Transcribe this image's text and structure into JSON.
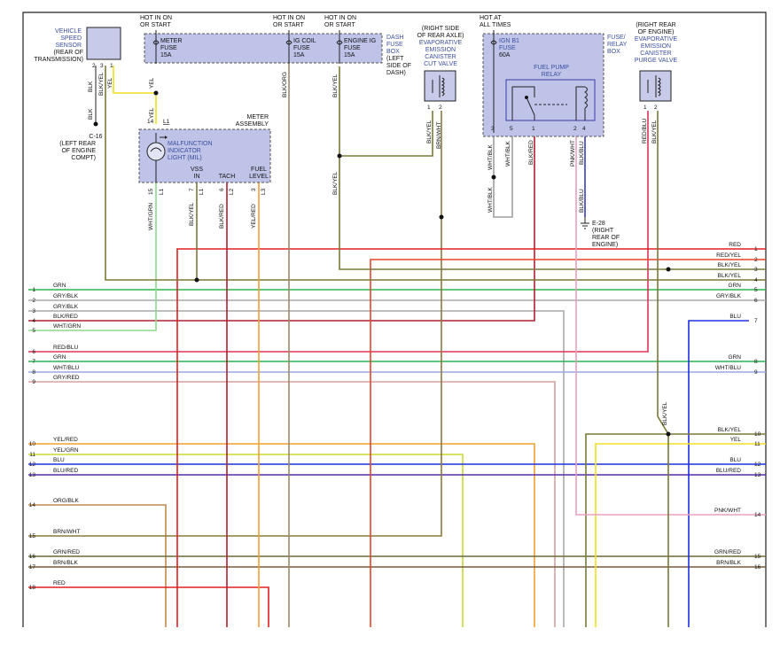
{
  "colors": {
    "RED": "#e02020",
    "RED/YEL": "#e8452a",
    "BLK/YEL": "#7a7a38",
    "GRN": "#2db34a",
    "GRY/BLK": "#a9a9a9",
    "BLK/RED": "#b02030",
    "WHT/GRN": "#8ed88e",
    "RED/BLU": "#e0335a",
    "WHT/BLU": "#9aa8e6",
    "GRY/RED": "#d6a0a0",
    "YEL/RED": "#f0a030",
    "YEL/GRN": "#c8d830",
    "BLU": "#2030e0",
    "BLU/RED": "#5a2aa8",
    "ORG/BLK": "#c08a4a",
    "BRN/WHT": "#8a7a3a",
    "GRN/RED": "#6a6a3a",
    "BRN/BLK": "#7a5a3a",
    "YEL": "#f0e020",
    "PNK/WHT": "#e8a0c0",
    "BLK/ORG": "#9a8a6a",
    "BLK/BLU": "#3a3ab8",
    "WHT/BLK": "#a0a0a0",
    "BLK": "#222222"
  },
  "icons": [
    "fuse-icon",
    "lamp-icon",
    "relay-switch-icon",
    "coil-icon",
    "ground-icon",
    "splice-dot-icon"
  ],
  "components": {
    "vss": {
      "label": [
        "VEHICLE",
        "SPEED",
        "SENSOR"
      ],
      "note": [
        "(REAR OF",
        "TRANSMISSION)"
      ],
      "pins": [
        "2",
        "3",
        "1"
      ],
      "wires": [
        "BLK",
        "BLK/YEL",
        "YEL"
      ]
    },
    "meter_fuse": {
      "hot": [
        "HOT IN ON",
        "OR START"
      ],
      "name": [
        "METER",
        "FUSE",
        "15A"
      ]
    },
    "igcoil_fuse": {
      "hot": [
        "HOT IN ON",
        "OR START"
      ],
      "name": [
        "IG COIL",
        "FUSE",
        "15A"
      ]
    },
    "engine_fuse": {
      "hot": [
        "HOT IN ON",
        "OR START"
      ],
      "name": [
        "ENGINE IG",
        "FUSE",
        "15A"
      ]
    },
    "dash_fuse_box": [
      "DASH",
      "FUSE",
      "BOX",
      "(LEFT",
      "SIDE OF",
      "DASH)"
    ],
    "evap_cut": {
      "note": [
        "(RIGHT SIDE",
        "OF REAR AXLE)"
      ],
      "label": [
        "EVAPORATIVE",
        "EMISSION",
        "CANISTER",
        "CUT VALVE"
      ],
      "pins": [
        "1",
        "2"
      ],
      "wires": [
        "BLK/YEL",
        "BRN/WHT"
      ]
    },
    "ignb1": {
      "hot": [
        "HOT AT",
        "ALL TIMES"
      ],
      "name": [
        "IGN B1",
        "FUSE",
        "60A"
      ]
    },
    "relay_box": [
      "FUSE/",
      "RELAY",
      "BOX"
    ],
    "fuel_pump_relay": [
      "FUEL PUMP",
      "RELAY"
    ],
    "relay_pins": [
      "3",
      "5",
      "1",
      "2",
      "4"
    ],
    "relay_wires": [
      "WHT/BLK",
      "WHT/BLK",
      "BLK/RED",
      "PNK/WHT",
      "BLK/BLU"
    ],
    "evap_purge": {
      "note": [
        "(RIGHT REAR",
        "OF ENGINE)"
      ],
      "label": [
        "EVAPORATIVE",
        "EMISSION",
        "CANISTER",
        "PURGE VALVE"
      ],
      "pins": [
        "1",
        "2"
      ],
      "wires": [
        "RED/BLU",
        "BLK/YEL"
      ]
    },
    "meter": {
      "title": [
        "METER",
        "ASSEMBLY"
      ],
      "mil": [
        "MALFUNCTION",
        "INDICATOR",
        "LIGHT (MIL)"
      ],
      "labels": [
        "VSS",
        "IN",
        "TACH",
        "FUEL",
        "LEVEL"
      ],
      "pins": [
        "15",
        "L1",
        "7",
        "L1",
        "6",
        "L2",
        "3",
        "L3",
        "14",
        "L1"
      ]
    },
    "c16": [
      "C-16",
      "(LEFT REAR",
      "OF ENGINE",
      "COMPT)"
    ],
    "e28": [
      "E-28",
      "(RIGHT",
      "REAR OF",
      "ENGINE)"
    ],
    "misc_wires": [
      "BLK/ORG",
      "BLK/YEL",
      "YEL",
      "WHT/GRN",
      "BLK/YEL",
      "BLK/RED",
      "YEL/RED",
      "WHT/BLK",
      "BLK/BLU",
      "BLK/YEL"
    ]
  },
  "left_bus": [
    {
      "pin": "1",
      "label": "GRN"
    },
    {
      "pin": "2",
      "label": "GRY/BLK"
    },
    {
      "pin": "3",
      "label": "GRY/BLK"
    },
    {
      "pin": "4",
      "label": "BLK/RED"
    },
    {
      "pin": "5",
      "label": "WHT/GRN"
    },
    {
      "pin": "6",
      "label": "RED/BLU"
    },
    {
      "pin": "7",
      "label": "GRN"
    },
    {
      "pin": "8",
      "label": "WHT/BLU"
    },
    {
      "pin": "9",
      "label": "GRY/RED"
    },
    {
      "pin": "10",
      "label": "YEL/RED"
    },
    {
      "pin": "11",
      "label": "YEL/GRN"
    },
    {
      "pin": "12",
      "label": "BLU"
    },
    {
      "pin": "13",
      "label": "BLU/RED"
    },
    {
      "pin": "14",
      "label": "ORG/BLK"
    },
    {
      "pin": "15",
      "label": "BRN/WHT"
    },
    {
      "pin": "16",
      "label": "GRN/RED"
    },
    {
      "pin": "17",
      "label": "BRN/BLK"
    },
    {
      "pin": "18",
      "label": "RED"
    }
  ],
  "right_bus": [
    {
      "pin": "1",
      "label": "RED"
    },
    {
      "pin": "2",
      "label": "RED/YEL"
    },
    {
      "pin": "3",
      "label": "BLK/YEL"
    },
    {
      "pin": "4",
      "label": "BLK/YEL"
    },
    {
      "pin": "5",
      "label": "GRN"
    },
    {
      "pin": "6",
      "label": "GRY/BLK"
    },
    {
      "pin": "7",
      "label": "BLU"
    },
    {
      "pin": "8",
      "label": "GRN"
    },
    {
      "pin": "9",
      "label": "WHT/BLU"
    },
    {
      "pin": "10",
      "label": "BLK/YEL"
    },
    {
      "pin": "11",
      "label": "YEL"
    },
    {
      "pin": "12",
      "label": "BLU"
    },
    {
      "pin": "13",
      "label": "BLU/RED"
    },
    {
      "pin": "14",
      "label": "PNK/WHT"
    },
    {
      "pin": "15",
      "label": "GRN/RED"
    },
    {
      "pin": "16",
      "label": "BRN/BLK"
    }
  ]
}
